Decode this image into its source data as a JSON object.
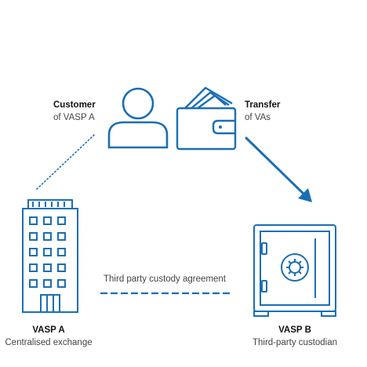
{
  "customer": {
    "title": "Customer",
    "subtitle": "of VASP A"
  },
  "transfer": {
    "title": "Transfer",
    "subtitle": "of VAs"
  },
  "agreement": {
    "label": "Third party custody agreement"
  },
  "vasp_a": {
    "title": "VASP A",
    "subtitle": "Centralised exchange"
  },
  "vasp_b": {
    "title": "VASP B",
    "subtitle": "Third-party custodian"
  },
  "colors": {
    "accent": "#1a6eb5",
    "text": "#333333"
  },
  "icons": [
    "person-icon",
    "wallet-icon",
    "building-icon",
    "safe-icon",
    "arrow-icon"
  ]
}
